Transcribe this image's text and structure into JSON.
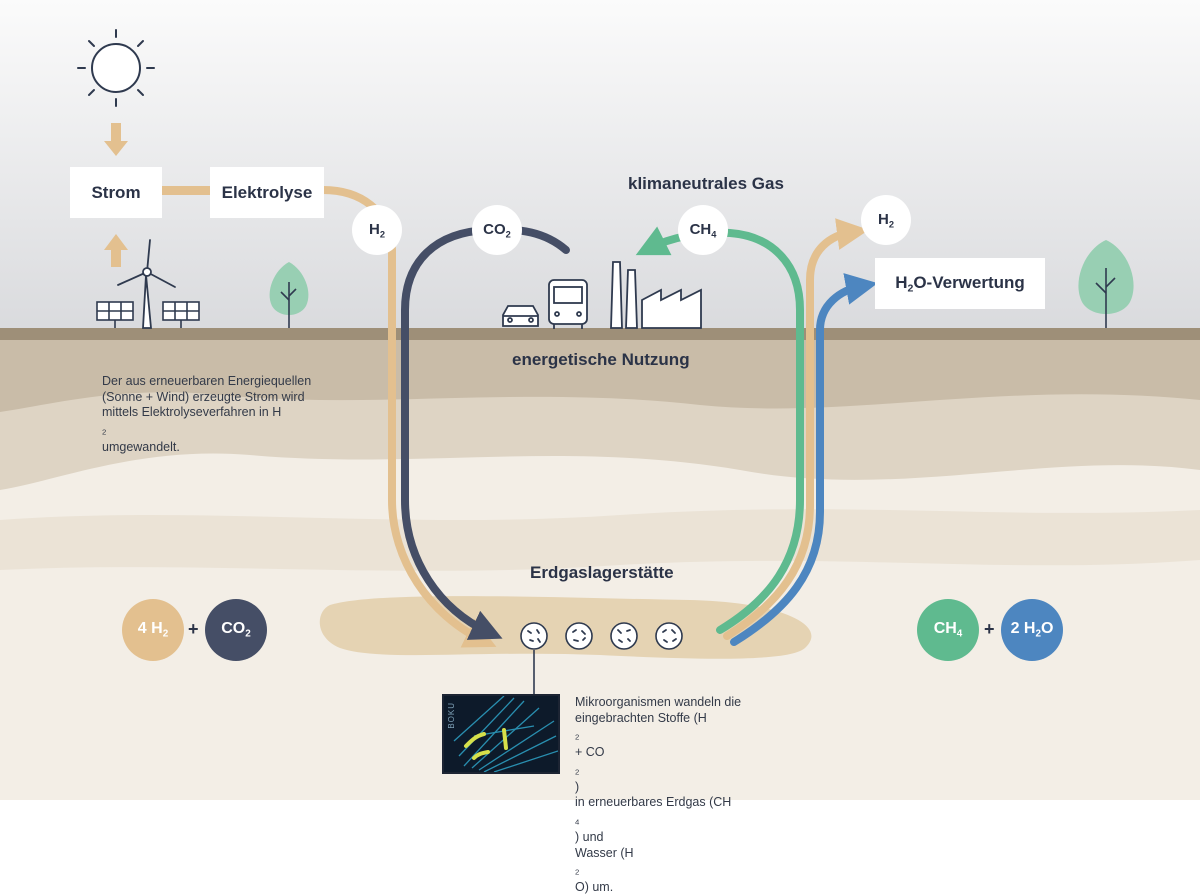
{
  "top": {
    "strom": "Strom",
    "elektrolyse": "Elektrolyse",
    "klimaneutral": "klimaneutrales Gas",
    "h2o_verwertung": {
      "main": "H",
      "sub": "2",
      "rest": "O-Verwertung"
    }
  },
  "bubbles": {
    "h2_left": {
      "main": "H",
      "sub": "2"
    },
    "co2": {
      "main": "CO",
      "sub": "2"
    },
    "ch4": {
      "main": "CH",
      "sub": "4"
    },
    "h2_right": {
      "main": "H",
      "sub": "2"
    }
  },
  "energetische_nutzung": "energetische Nutzung",
  "erdgaslagerstaette": "Erdgaslagerstätte",
  "left_text": {
    "line1": "Der aus erneuerbaren Energiequellen",
    "line2": "(Sonne + Wind) erzeugte Strom wird",
    "line3_main": "mittels Elektrolyseverfahren in H",
    "line3_sub": "2",
    "line4": "umgewandelt."
  },
  "equation_left": {
    "a": {
      "main": "4 H",
      "sub": "2"
    },
    "plus": "+",
    "b": {
      "main": "CO",
      "sub": "2"
    }
  },
  "equation_right": {
    "a": {
      "main": "CH",
      "sub": "4"
    },
    "plus": "+",
    "b": {
      "main": "2 H",
      "sub": "2",
      "rest": "O"
    }
  },
  "mikro_text": {
    "line1": "Mikroorganismen wandeln die",
    "line2_a": "eingebrachten Stoffe (H",
    "line2_sub1": "2",
    "line2_b": " + CO",
    "line2_sub2": "2",
    "line2_c": ")",
    "line3_a": "in erneuerbares Erdgas (CH",
    "line3_sub": "4",
    "line3_b": ") und",
    "line4_a": "Wasser (H",
    "line4_sub": "2",
    "line4_b": "O) um."
  },
  "photo_mark": "BOKU",
  "colors": {
    "h2": "#e3c08f",
    "co2": "#454e66",
    "ch4": "#5fba8f",
    "h2o": "#4d86c0",
    "sky_top": "#fbfbfb",
    "sky_bottom": "#dcdde0",
    "ground_dark": "#9e8f78",
    "deposit": "#e5d3b3"
  },
  "icons": [
    "sun-icon",
    "solar-panel-icon",
    "wind-turbine-icon",
    "tree-icon",
    "car-icon",
    "bus-icon",
    "factory-icon",
    "microbe-icon"
  ]
}
